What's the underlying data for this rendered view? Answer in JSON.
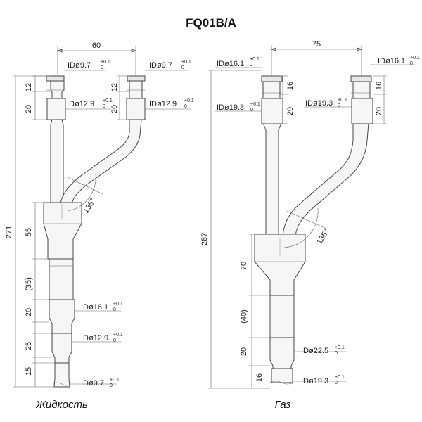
{
  "title": "FQ01B/A",
  "liquid": {
    "caption": "Жидкость",
    "spacing": "60",
    "left_top_dim": "12",
    "left_mid_dim": "20",
    "right_top_dim": "12",
    "right_mid_dim": "20",
    "overall": "271",
    "body_dim": "55",
    "gap_dim": "(35)",
    "d16_dim": "20",
    "d129_dim": "25",
    "d97_dim": "15",
    "angle": "135°",
    "ids": {
      "top_left": "IDø9.7",
      "top_right": "IDø9.7",
      "mid_left": "IDø12.9",
      "mid_right": "IDø12.9",
      "low_1": "IDø16.1",
      "low_2": "IDø12.9",
      "low_3": "IDø9.7"
    }
  },
  "gas": {
    "caption": "Газ",
    "spacing": "75",
    "left_top_dim": "16",
    "left_mid_dim": "20",
    "right_top_dim": "16",
    "right_mid_dim": "20",
    "overall": "287",
    "body_dim": "70",
    "gap_dim": "(40)",
    "d225_dim": "20",
    "d193_dim": "16",
    "angle": "135°",
    "ids": {
      "top_left": "IDø16.1",
      "top_right": "IDø16.1",
      "mid_left": "IDø19.3",
      "mid_right": "IDø19.3",
      "low_1": "IDø22.5",
      "low_2": "IDø19.3"
    }
  },
  "tolerance": {
    "upper": "+0.1",
    "lower": "0"
  }
}
